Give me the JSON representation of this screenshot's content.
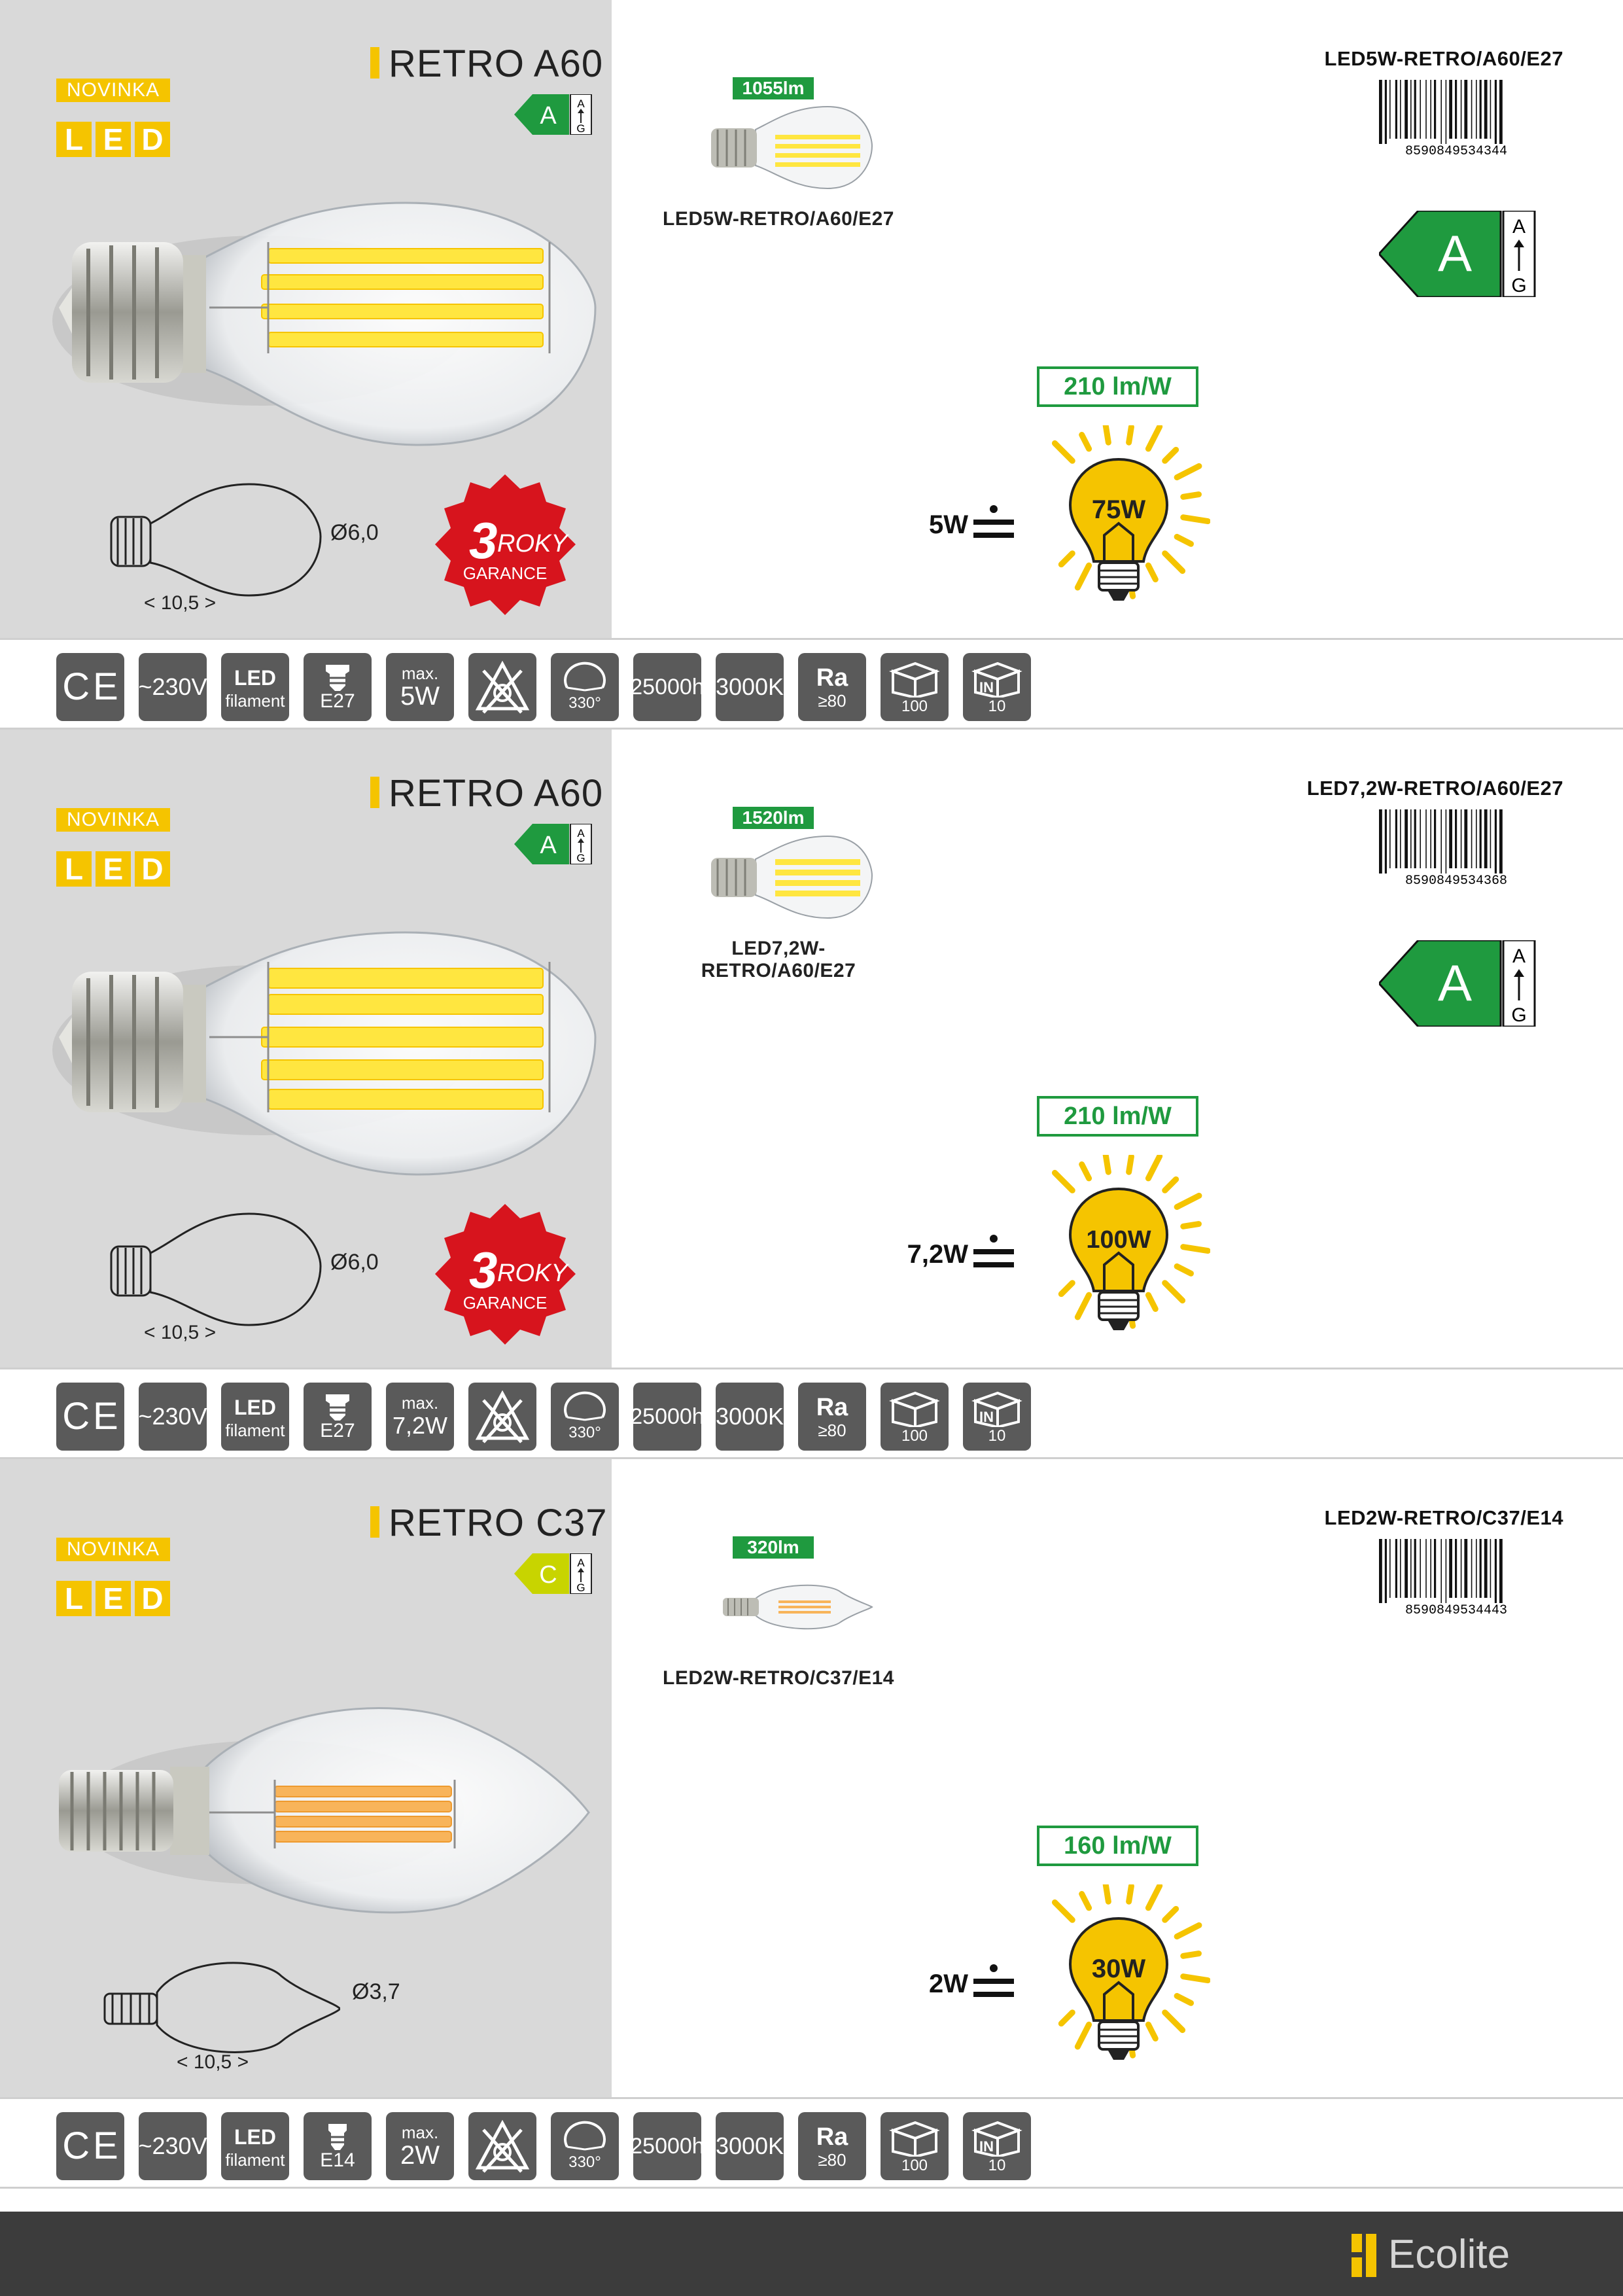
{
  "badges": {
    "novinka": "NOVINKA",
    "led_letters": [
      "L",
      "E",
      "D"
    ]
  },
  "products": [
    {
      "title": "RETRO A60",
      "energy_class": "A",
      "energy_class_color": "#1f9a3f",
      "scale_top": "A",
      "scale_bottom": "G",
      "diameter": "Ø6,0",
      "length": "< 10,5 >",
      "guarantee": {
        "number": "3",
        "word": "ROKY",
        "label": "GARANCE"
      },
      "lumen": "1055lm",
      "code": "LED5W-RETRO/A60/E27",
      "barcode": "8590849534344",
      "efficiency": "210 lm/W",
      "watt": "5W",
      "equivalent": "75W",
      "icons": {
        "voltage": "~230V",
        "led_top": "LED",
        "led_bottom": "filament",
        "socket": "E27",
        "max_top": "max.",
        "max_value": "5W",
        "angle": "330°",
        "life": "25000h",
        "temp": "3000K",
        "ra_top": "Ra",
        "ra_value": "≥80",
        "box_count": "100",
        "inner_label": "IN",
        "inner_count": "10"
      }
    },
    {
      "title": "RETRO A60",
      "energy_class": "A",
      "energy_class_color": "#1f9a3f",
      "scale_top": "A",
      "scale_bottom": "G",
      "diameter": "Ø6,0",
      "length": "< 10,5 >",
      "guarantee": {
        "number": "3",
        "word": "ROKY",
        "label": "GARANCE"
      },
      "lumen": "1520lm",
      "code": "LED7,2W-RETRO/A60/E27",
      "barcode": "8590849534368",
      "efficiency": "210 lm/W",
      "watt": "7,2W",
      "equivalent": "100W",
      "icons": {
        "voltage": "~230V",
        "led_top": "LED",
        "led_bottom": "filament",
        "socket": "E27",
        "max_top": "max.",
        "max_value": "7,2W",
        "angle": "330°",
        "life": "25000h",
        "temp": "3000K",
        "ra_top": "Ra",
        "ra_value": "≥80",
        "box_count": "100",
        "inner_label": "IN",
        "inner_count": "10"
      }
    },
    {
      "title": "RETRO C37",
      "energy_class": "C",
      "energy_class_color": "#c8d400",
      "scale_top": "A",
      "scale_bottom": "G",
      "diameter": "Ø3,7",
      "length": "< 10,5 >",
      "lumen": "320lm",
      "code": "LED2W-RETRO/C37/E14",
      "barcode": "8590849534443",
      "efficiency": "160 lm/W",
      "watt": "2W",
      "equivalent": "30W",
      "icons": {
        "voltage": "~230V",
        "led_top": "LED",
        "led_bottom": "filament",
        "socket": "E14",
        "max_top": "max.",
        "max_value": "2W",
        "angle": "330°",
        "life": "25000h",
        "temp": "3000K",
        "ra_top": "Ra",
        "ra_value": "≥80",
        "box_count": "100",
        "inner_label": "IN",
        "inner_count": "10"
      }
    }
  ],
  "footer": {
    "brand": "Ecolite",
    "brand_color": "#f5c400"
  }
}
